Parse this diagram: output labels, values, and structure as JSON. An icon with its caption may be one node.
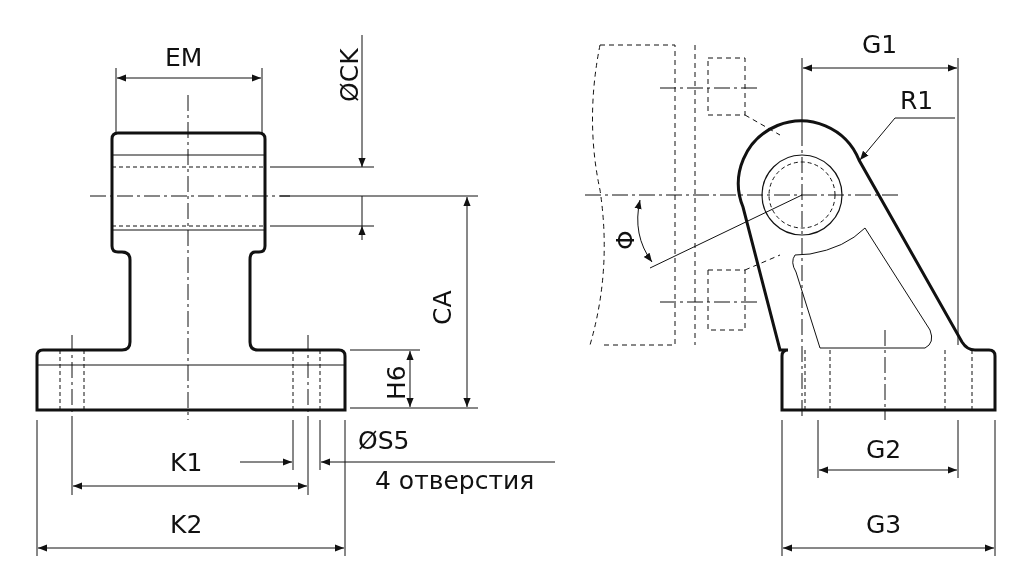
{
  "diagram": {
    "labels": [
      "EM",
      "ØCK",
      "G1",
      "R1",
      "Φ",
      "CA",
      "H6",
      "ØS5",
      "K1",
      "G2",
      "4 отверстия",
      "K2",
      "G3"
    ]
  }
}
